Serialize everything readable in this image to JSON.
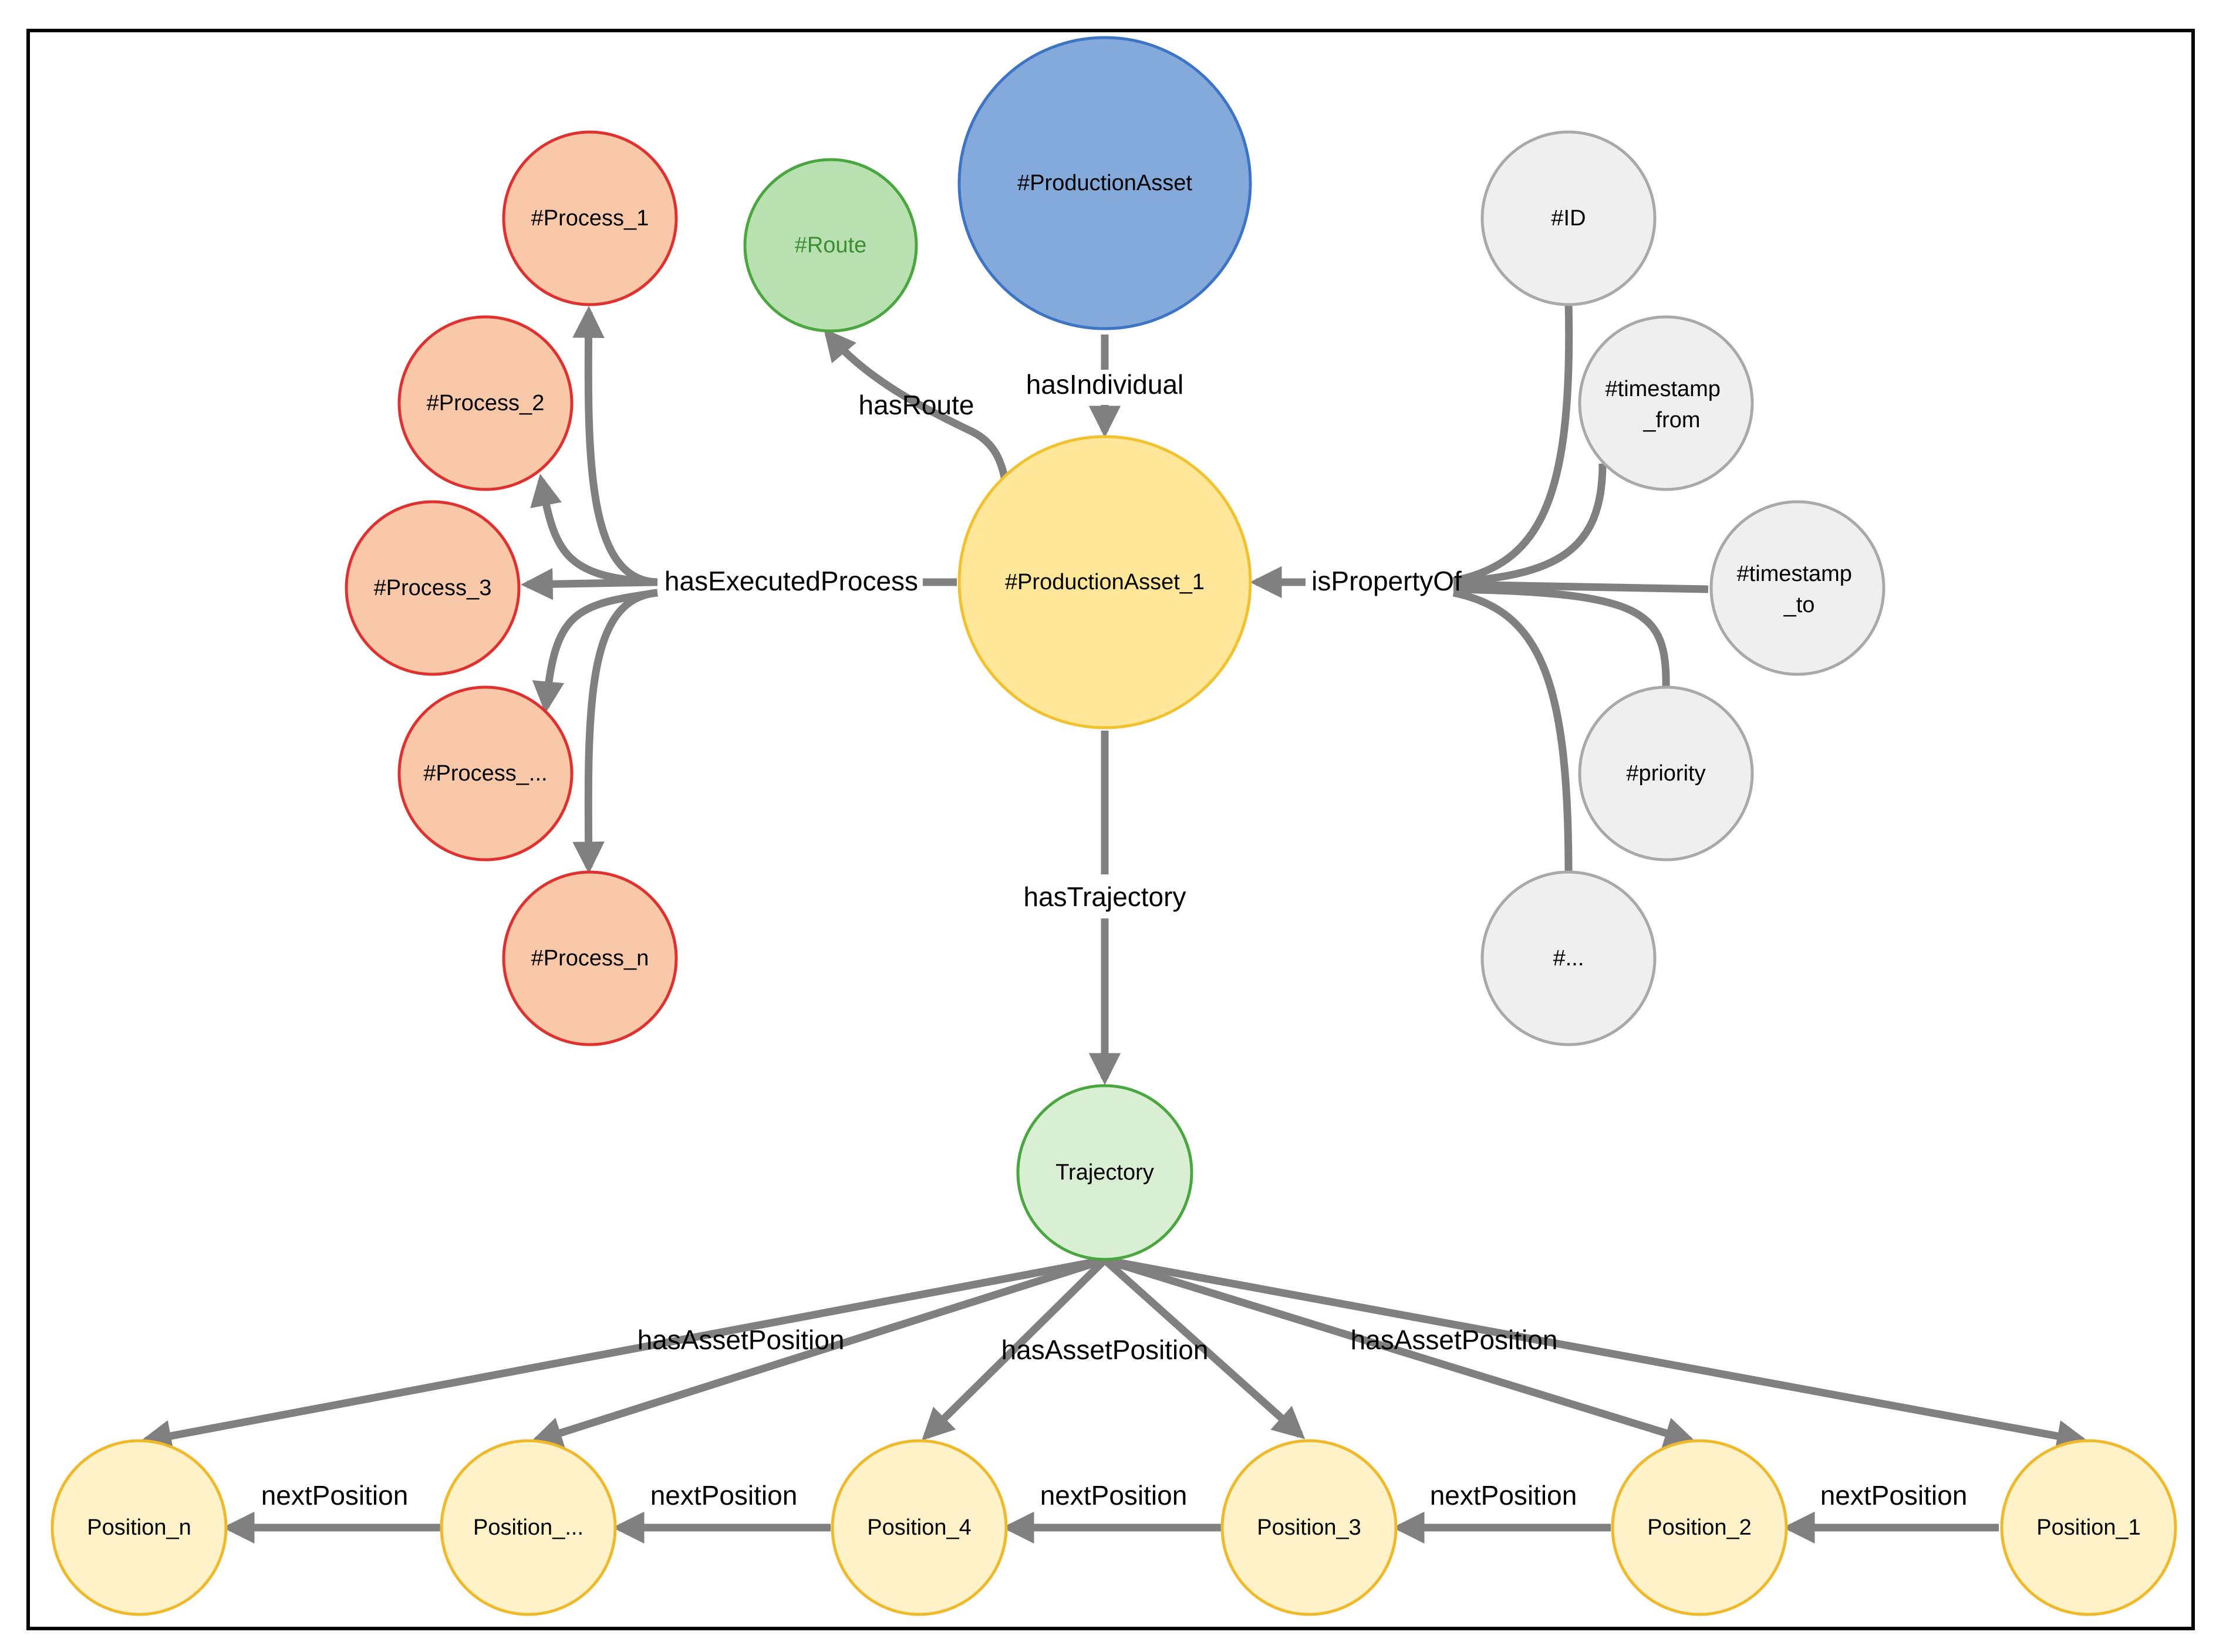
{
  "colors": {
    "edge": "#808080",
    "border": "#000000",
    "process_fill": "#f9c8a8",
    "process_stroke": "#e03131",
    "route_fill": "#b9e0b1",
    "route_stroke": "#4aa63f",
    "route_text": "#3b8f32",
    "asset_fill": "#84aadc",
    "asset_stroke": "#3d74c4",
    "individual_fill": "#ffe699",
    "individual_stroke": "#f2c12e",
    "property_fill": "#efefef",
    "property_stroke": "#a9a9a9",
    "trajectory_fill": "#d9efd4",
    "trajectory_stroke": "#4aa63f",
    "position_fill": "#fff2c8",
    "position_stroke": "#efb92a"
  },
  "nodes": {
    "production_asset": "#ProductionAsset",
    "production_asset_1": "#ProductionAsset_1",
    "route": "#Route",
    "trajectory": "Trajectory",
    "processes": [
      "#Process_1",
      "#Process_2",
      "#Process_3",
      "#Process_...",
      "#Process_n"
    ],
    "properties": [
      {
        "line1": "#ID",
        "line2": ""
      },
      {
        "line1": "#timestamp",
        "line2": "_from"
      },
      {
        "line1": "#timestamp",
        "line2": "_to"
      },
      {
        "line1": "#priority",
        "line2": ""
      },
      {
        "line1": "#...",
        "line2": ""
      }
    ],
    "positions": [
      "Position_n",
      "Position_...",
      "Position_4",
      "Position_3",
      "Position_2",
      "Position_1"
    ]
  },
  "edges": {
    "has_individual": "hasIndividual",
    "has_route": "hasRoute",
    "has_executed_process": "hasExecutedProcess",
    "is_property_of": "isPropertyOf",
    "has_trajectory": "hasTrajectory",
    "has_asset_position": [
      "hasAssetPosition",
      "hasAssetPosition",
      "hasAssetPosition"
    ],
    "next_position": [
      "nextPosition",
      "nextPosition",
      "nextPosition",
      "nextPosition",
      "nextPosition"
    ]
  }
}
